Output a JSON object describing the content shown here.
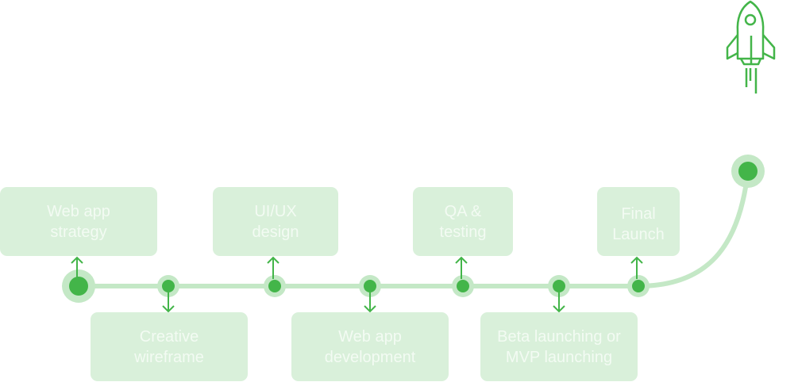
{
  "colors": {
    "accent": "#43b549",
    "light": "#c4e8c6",
    "box": "#d9f0da"
  },
  "rocket_icon": "rocket-icon",
  "steps": [
    {
      "line1": "Web app",
      "line2": "strategy"
    },
    {
      "line1": "Creative",
      "line2": "wireframe"
    },
    {
      "line1": "UI/UX",
      "line2": "design"
    },
    {
      "line1": "Web app",
      "line2": "development"
    },
    {
      "line1": "QA &",
      "line2": "testing"
    },
    {
      "line1": "Beta launching or",
      "line2": "MVP launching"
    },
    {
      "line1": "Final",
      "line2": "Launch"
    }
  ]
}
